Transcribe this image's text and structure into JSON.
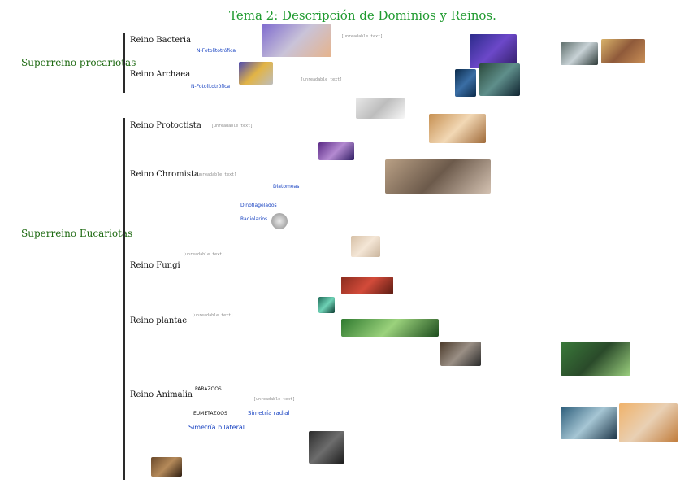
{
  "title": "Tema 2: Descripción de Dominios y Reinos.",
  "supergroups": {
    "procariotas": "Superreino procariotas",
    "eucariotas": "Superreino Eucariotas"
  },
  "kingdoms": [
    {
      "id": "bacteria",
      "label": "Reino Bacteria"
    },
    {
      "id": "archaea",
      "label": "Reino Archaea"
    },
    {
      "id": "protoctista",
      "label": "Reino Protoctista"
    },
    {
      "id": "chromista",
      "label": "Reino Chromista"
    },
    {
      "id": "fungi",
      "label": "Reino Fungi"
    },
    {
      "id": "plantae",
      "label": "Reino plantae"
    },
    {
      "id": "animalia",
      "label": "Reino Animalia"
    }
  ],
  "legible_notes": {
    "bacteria_n_fijacion": "N-Fotolitotrófica",
    "archaea_n_fijacion": "N-Fotolitotrófica",
    "chromista_diatomeas": "Diatomeas",
    "chromista_dinoflagelados": "Dinoflagelados",
    "chromista_radiolarios": "Radiolarios",
    "animalia_parazoos": "PARAZOOS",
    "animalia_eumetazoos": "EUMETAZOOS",
    "animalia_simetria_radial": "Simetría radial",
    "animalia_simetria_bilateral": "Simetría bilateral"
  },
  "placeholders": {
    "unreadable": "[unreadable text]"
  },
  "colors": {
    "title_green": "#1f9a2f",
    "red_notes": "#c81d1d",
    "blue_notes": "#1a44c2",
    "super_green": "#1e6a12"
  },
  "icons": {
    "image_icon": "image-icon"
  }
}
